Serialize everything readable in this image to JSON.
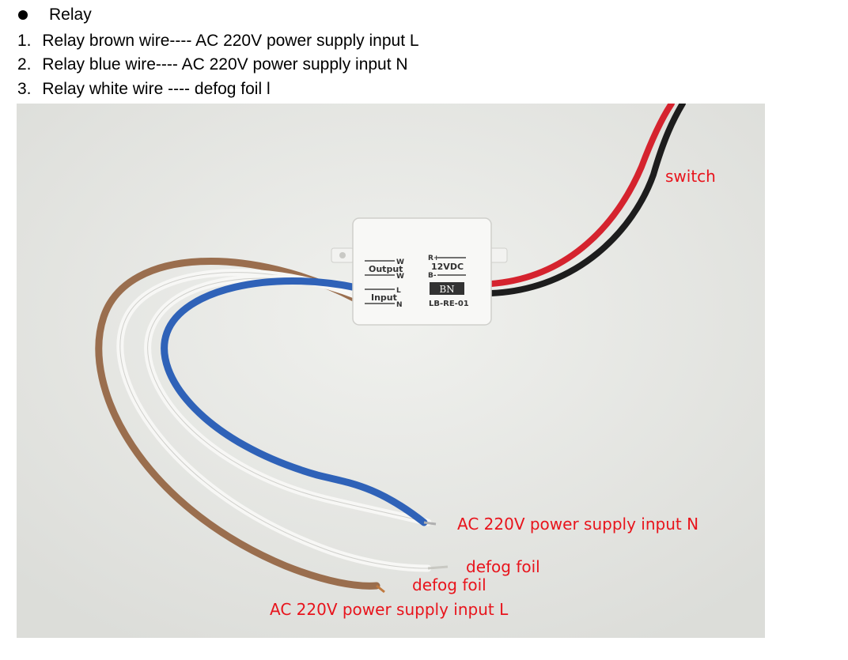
{
  "heading": "Relay",
  "items": [
    {
      "number": "1.",
      "text": "Relay brown wire---- AC 220V power supply input L"
    },
    {
      "number": "2.",
      "text": "Relay blue wire---- AC 220V power supply input N"
    },
    {
      "number": "3.",
      "text": "Relay white wire ---- defog foil l"
    }
  ],
  "photo": {
    "labels": {
      "switch": "switch",
      "blue": "AC 220V power supply input N",
      "white1": "defog foil",
      "white2": "defog foil",
      "brown": "AC 220V power supply input L"
    },
    "relay": {
      "output_w1": "W",
      "output_label": "Output",
      "output_w2": "W",
      "input_l": "L",
      "input_label": "Input",
      "input_n": "N",
      "r_plus": "R+",
      "voltage": "12VDC",
      "b_minus": "B-",
      "logo": "BN",
      "model": "LB-RE-01"
    },
    "colors": {
      "label_red": "#e8141c",
      "brown_wire": "#9a6e4e",
      "blue_wire": "#2f62b8",
      "white_wire": "#f7f7f5",
      "red_wire": "#d5232e",
      "black_wire": "#1d1d1d",
      "background": "#e7e8e4"
    }
  }
}
